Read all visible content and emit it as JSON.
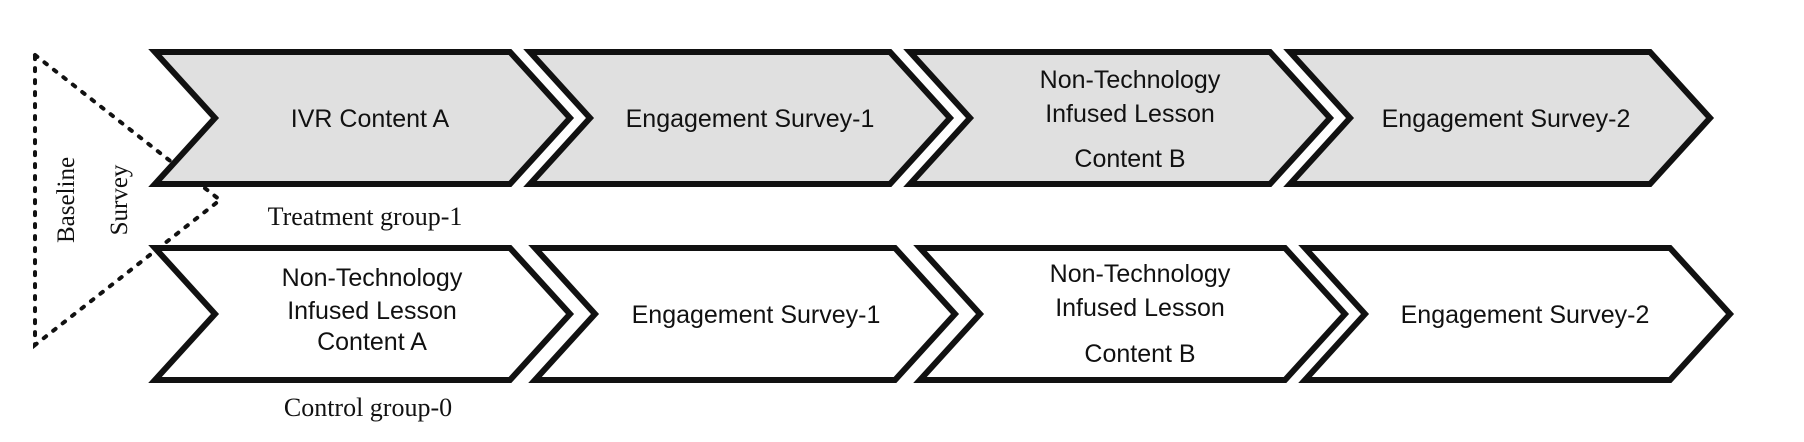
{
  "colors": {
    "treatment_fill": "#e0e0e0",
    "control_fill": "#ffffff",
    "stroke": "#111111"
  },
  "baseline": {
    "lines": [
      "Baseline",
      "Survey"
    ]
  },
  "treatment": {
    "group_label": "Treatment group-1",
    "steps": [
      {
        "lines": [
          "IVR Content A"
        ]
      },
      {
        "lines": [
          "Engagement Survey-1"
        ]
      },
      {
        "lines": [
          "Non-Technology",
          "Infused Lesson",
          "Content B"
        ]
      },
      {
        "lines": [
          "Engagement Survey-2"
        ]
      }
    ]
  },
  "control": {
    "group_label": "Control group-0",
    "steps": [
      {
        "lines": [
          "Non-Technology",
          "Infused Lesson",
          "Content A"
        ]
      },
      {
        "lines": [
          "Engagement Survey-1"
        ]
      },
      {
        "lines": [
          "Non-Technology",
          "Infused Lesson",
          "Content B"
        ]
      },
      {
        "lines": [
          "Engagement Survey-2"
        ]
      }
    ]
  }
}
